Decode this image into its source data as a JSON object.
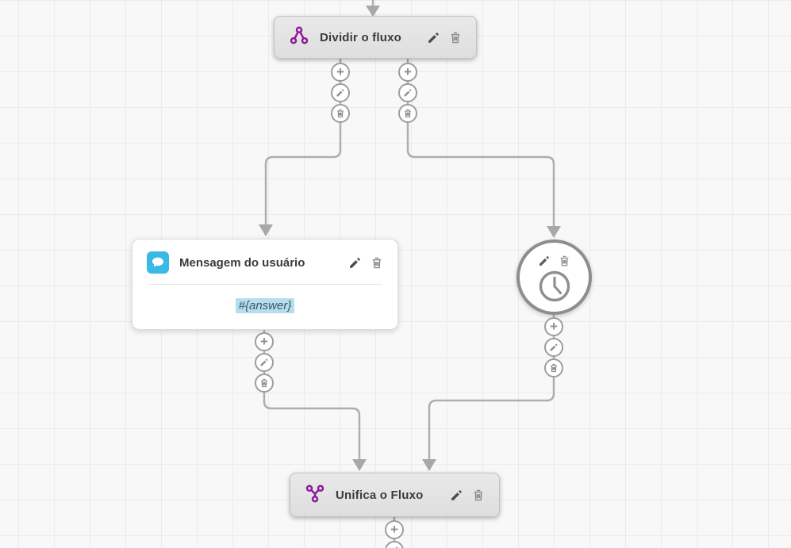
{
  "flow": {
    "nodes": {
      "split": {
        "title": "Dividir o fluxo",
        "icon": "split-branch-icon"
      },
      "message": {
        "title": "Mensagem do usuário",
        "icon": "chat-bubble-icon",
        "content": "#{answer}"
      },
      "timer": {
        "icon": "clock-icon"
      },
      "merge": {
        "title": "Unifica o Fluxo",
        "icon": "merge-branch-icon"
      }
    }
  },
  "glyphs": {
    "plus": "+"
  },
  "icons": {
    "add": "plus-icon",
    "edit": "pencil-icon",
    "delete": "trash-icon"
  },
  "colors": {
    "branch_purple": "#8e1a9c",
    "chat_blue": "#3bb9e6",
    "node_gray": "#e3e3e3",
    "connector_gray": "#aeaeae",
    "highlight_blue": "#b5dfee",
    "canvas_bg": "#f8f8f9",
    "grid_line": "#e9ebf2"
  }
}
